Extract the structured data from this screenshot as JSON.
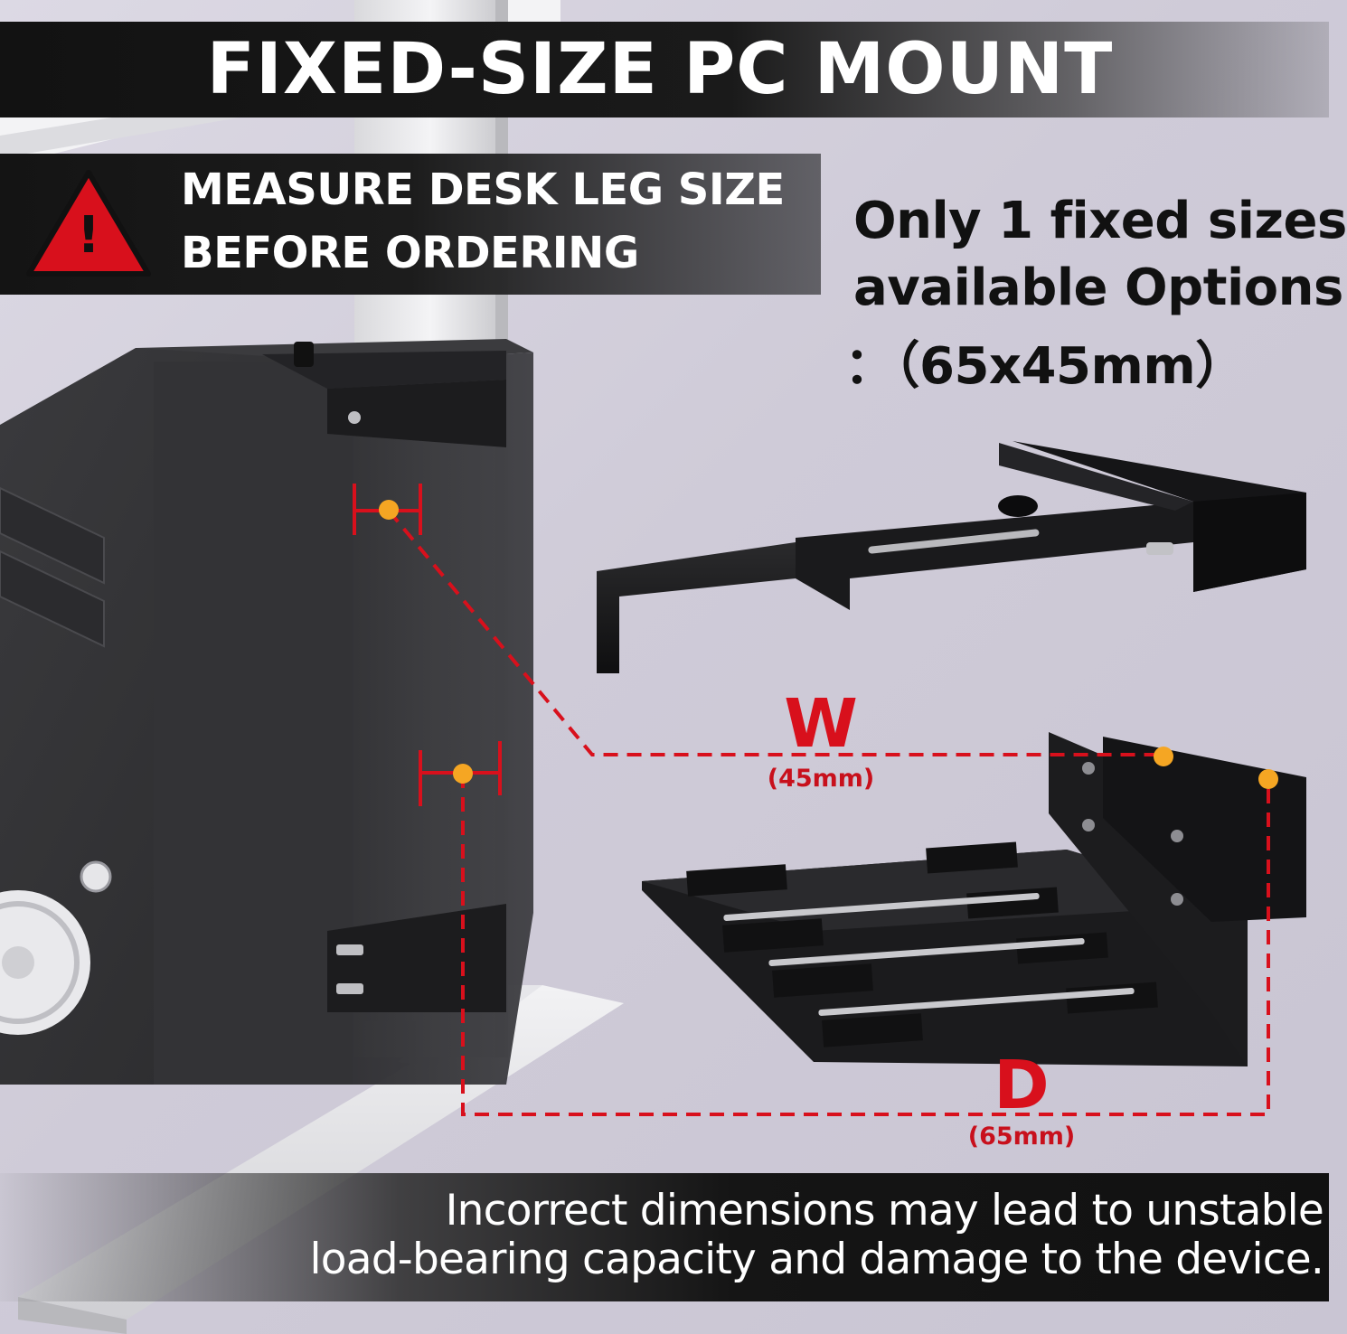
{
  "header": {
    "title": "FIXED-SIZE PC MOUNT"
  },
  "warning": {
    "line1": "MEASURE DESK LEG SIZE",
    "line2": "BEFORE ORDERING",
    "icon": "warning-triangle-icon",
    "icon_symbol": "!"
  },
  "options": {
    "line1": "Only 1 fixed sizes",
    "line2": "available Options",
    "line3": "：（65x45mm）"
  },
  "dimensions": {
    "width": {
      "letter": "W",
      "value": "(45mm)"
    },
    "depth": {
      "letter": "D",
      "value": "(65mm)"
    }
  },
  "footer": {
    "line1": "Incorrect dimensions may lead to unstable",
    "line2": "load-bearing capacity and damage to the device."
  },
  "colors": {
    "accent_red": "#d8101c",
    "marker_orange": "#f5a623",
    "bar_dark": "#141414"
  }
}
